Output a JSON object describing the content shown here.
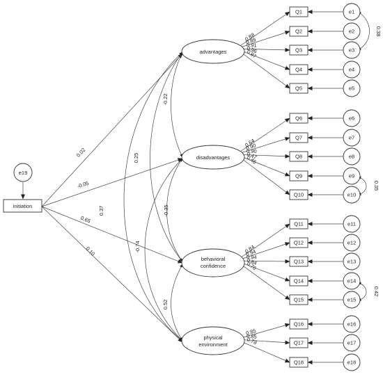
{
  "colors": {
    "line": "#444444",
    "text": "#222222",
    "background": "#ffffff"
  },
  "nodes": {
    "initiation": "initiation",
    "e19": "e19",
    "advantages": "advantages",
    "disadvantages": "disadvantages",
    "behavioral_l1": "behavioral",
    "behavioral_l2": "confidence",
    "physical_l1": "physical",
    "physical_l2": "environment"
  },
  "items": [
    "Q1",
    "Q2",
    "Q3",
    "Q4",
    "Q5",
    "Q6",
    "Q7",
    "Q8",
    "Q9",
    "Q10",
    "Q11",
    "Q12",
    "Q13",
    "Q14",
    "Q15",
    "Q16",
    "Q17",
    "Q18"
  ],
  "errors": [
    "e1",
    "e2",
    "e3",
    "e4",
    "e5",
    "e6",
    "e7",
    "e8",
    "e9",
    "e10",
    "e11",
    "e12",
    "e13",
    "e14",
    "e15",
    "e16",
    "e17",
    "e18"
  ],
  "loadings": [
    "0.88",
    "0.89",
    "0.91",
    "0.96",
    "0.97",
    "0.64",
    "0.90",
    "0.90",
    "0.47",
    "0.46",
    "0.84",
    "0.94",
    "0.94",
    "0.84",
    "0.76",
    "0.85",
    "0.85",
    "0.78"
  ],
  "paths": {
    "advantages": "0.02",
    "disadvantages": "-0.05",
    "behavioral": "0.65",
    "physical": "0.10"
  },
  "correlations": {
    "adv_dis": "-0.22",
    "adv_beh": "0.25",
    "adv_phy": "0.37",
    "dis_beh": "-0.35",
    "dis_phy": "-0.74",
    "beh_phy": "0.52"
  },
  "error_covariances": {
    "e1_e3": "0.38",
    "e9_e10": "0.35",
    "e14_e15": "0.42"
  }
}
